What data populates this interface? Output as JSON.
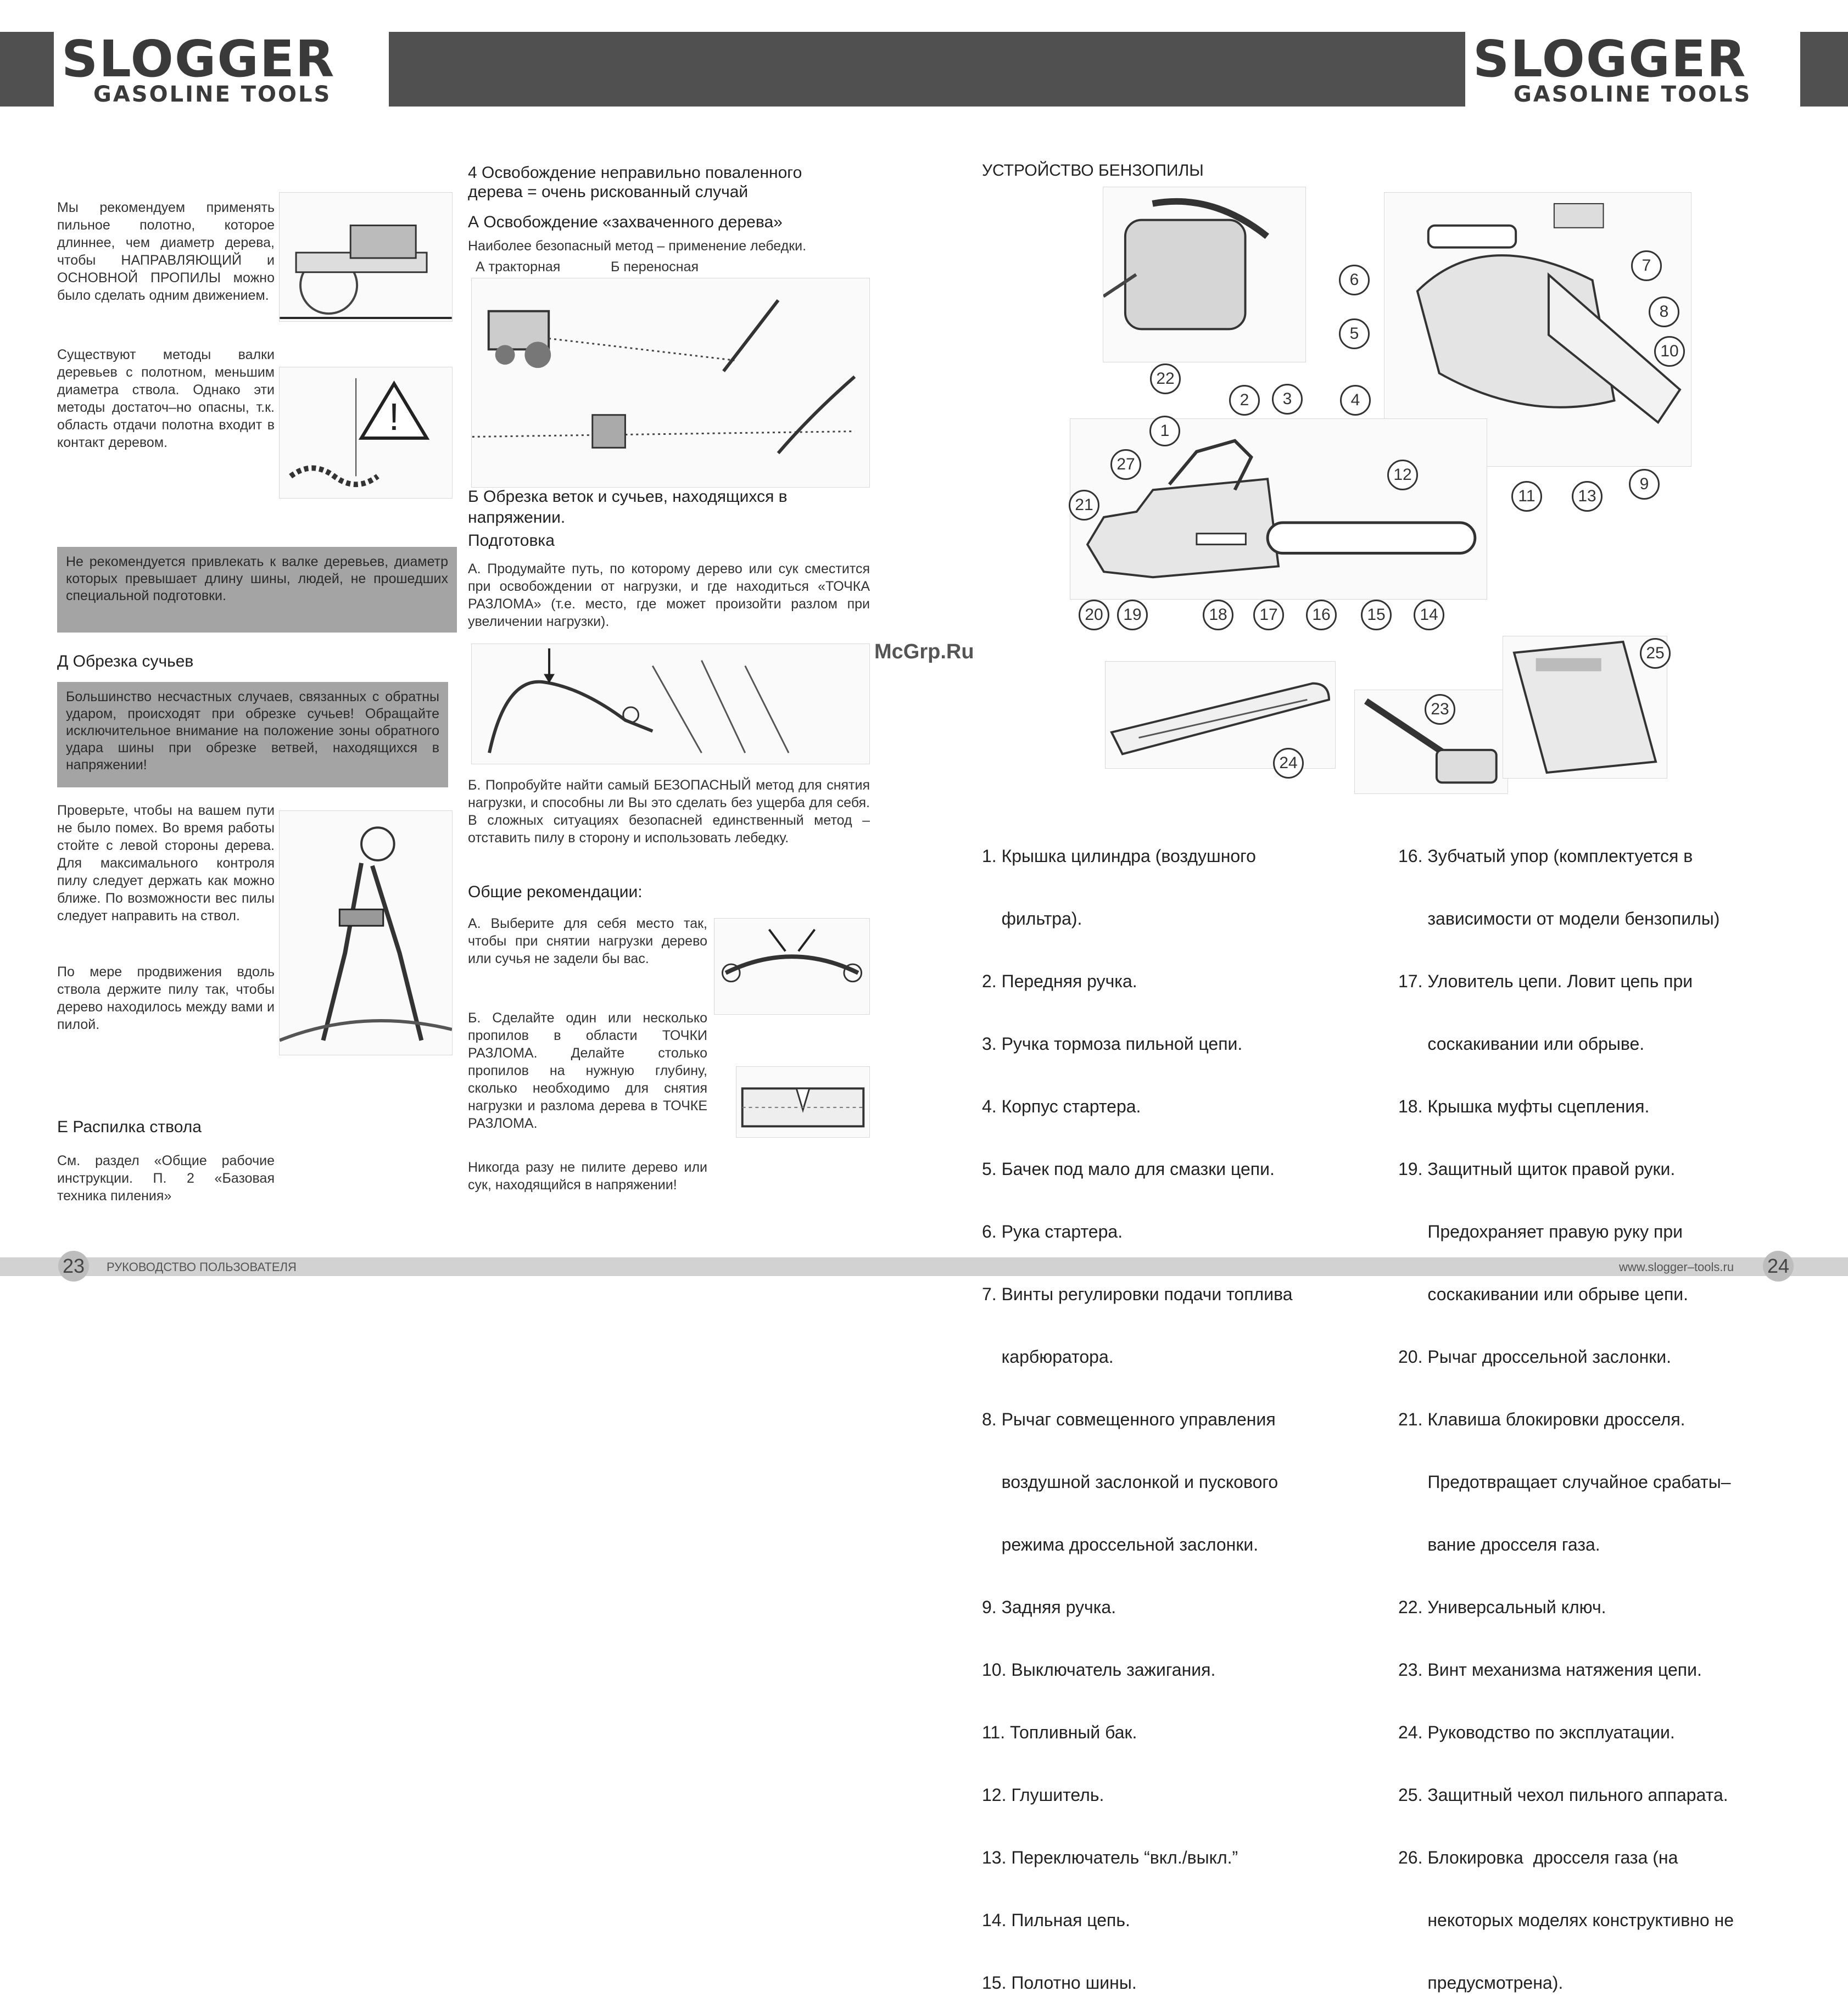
{
  "header": {
    "logo_title": "SLOGGER",
    "logo_subtitle": "GASOLINE TOOLS"
  },
  "left_page": {
    "intro_para": "Мы рекомендуем применять пильное полотно, которое длиннее, чем диаметр дерева, чтобы НАПРАВЛЯЮЩИЙ и ОСНОВНОЙ ПРОПИЛЫ можно было сделать одним движением.",
    "methods_para": "Существуют методы валки деревьев с полотном, меньшим диаметра ствола. Однако эти методы достаточ–но опасны, т.к. область отдачи полотна входит в контакт деревом.",
    "warning_box": "Не рекомендуется привлекать к валке деревьев, диаметр которых превышает длину шины, людей, не прошедших специальной подготовки.",
    "section_d_title": "Д Обрезка сучьев",
    "section_d_box": "Большинство несчастных случаев, связанных с обратны ударом, происходят при обрезке сучьев! Обращайте исключительное внимание на положение зоны обратного удара шины при обрезке ветвей, находящихся в напряжении!",
    "check_para": "Проверьте, чтобы на вашем пути не было помех. Во время работы стойте с левой стороны дерева. Для максимального контроля пилу следует держать как можно ближе. По возможности вес пилы следует направить на ствол.",
    "progress_para": "По мере продвижения вдоль ствола держите пилу так, чтобы дерево находилось между вами и пилой.",
    "section_e_title": "Е Распилка ствола",
    "section_e_para": "См. раздел «Общие рабочие инструкции. П. 2 «Базовая техника пиления»"
  },
  "middle_column": {
    "section4_title_line1": "4 Освобождение неправильно поваленного",
    "section4_title_line2": "дерева = очень рискованный случай",
    "section_a_title": "А Освобождение «захваченного дерева»",
    "section_a_sub": "Наиболее безопасный метод – применение лебедки.",
    "label_tractor": "А тракторная",
    "label_portable": "Б переносная",
    "section_b_title": "Б Обрезка веток и сучьев, находящихся в напряжении.",
    "prep_title": "Подготовка",
    "prep_para_a": "А. Продумайте путь, по которому дерево или сук сместится при освобождении от нагрузки, и где находиться «ТОЧКА РАЗЛОМА» (т.е. место, где может произойти разлом при увеличении нагрузки).",
    "prep_para_b": "Б. Попробуйте найти самый БЕЗОПАСНЫЙ метод для снятия нагрузки, и способны ли Вы это сделать без ущерба для себя. В сложных ситуациях безопасней единственный метод – отставить пилу в сторону и использовать лебедку.",
    "general_title": "Общие рекомендации:",
    "general_a": "А. Выберите для себя место так, чтобы при снятии нагрузки дерево или сучья не задели бы вас.",
    "general_b": "Б. Сделайте один или несколько пропилов в области ТОЧКИ РАЗЛОМА. Делайте столько пропилов на нужную глубину, сколько необходимо для снятия нагрузки и разлома дерева в ТОЧКЕ РАЗЛОМА.",
    "never_para": "Никогда разу не пилите дерево или сук, находящийся в напряжении!"
  },
  "right_page": {
    "title": "УСТРОЙСТВО БЕНЗОПИЛЫ",
    "callouts": [
      "1",
      "2",
      "3",
      "4",
      "5",
      "6",
      "7",
      "8",
      "9",
      "10",
      "11",
      "12",
      "13",
      "14",
      "15",
      "16",
      "17",
      "18",
      "19",
      "20",
      "21",
      "22",
      "23",
      "24",
      "25",
      "27"
    ],
    "legend_left": [
      "1. Крышка цилиндра (воздушного",
      "    фильтра).",
      "2. Передняя ручка.",
      "3. Ручка тормоза пильной цепи.",
      "4. Корпус стартера.",
      "5. Бачек под мало для смазки цепи.",
      "6. Рука стартера.",
      "7. Винты регулировки подачи топлива",
      "    карбюратора.",
      "8. Рычаг совмещенного управления",
      "    воздушной заслонкой и пускового",
      "    режима дроссельной заслонки.",
      "9. Задняя ручка.",
      "10. Выключатель зажигания.",
      "11. Топливный бак.",
      "12. Глушитель.",
      "13. Переключатель “вкл./выкл.”",
      "14. Пильная цепь.",
      "15. Полотно шины."
    ],
    "legend_right": [
      "16. Зубчатый упор (комплектуется в",
      "      зависимости от модели бензопилы)",
      "17. Уловитель цепи. Ловит цепь при",
      "      соскакивании или обрыве.",
      "18. Крышка муфты сцепления.",
      "19. Защитный щиток правой руки.",
      "      Предохраняет правую руку при",
      "      соскакивании или обрыве цепи.",
      "20. Рычаг дроссельной заслонки.",
      "21. Клавиша блокировки дросселя.",
      "      Предотвращает случайное срабаты–",
      "      вание дросселя газа.",
      "22. Универсальный ключ.",
      "23. Винт механизма натяжения цепи.",
      "24. Руководство по эксплуатации.",
      "25. Защитный чехол пильного аппарата.",
      "26. Блокировка  дросселя газа (на",
      "      некоторых моделях конструктивно не",
      "      предусмотрена)."
    ]
  },
  "watermark": "McGrp.Ru",
  "footer": {
    "page_left": "23",
    "left_text": "РУКОВОДСТВО ПОЛЬЗОВАТЕЛЯ",
    "right_text": "www.slogger–tools.ru",
    "page_right": "24"
  },
  "colors": {
    "header_bar": "#505050",
    "gray_box": "#a4a4a4",
    "footer_bar": "#d2d2d2",
    "page_number_bg": "#bdbdbd"
  }
}
